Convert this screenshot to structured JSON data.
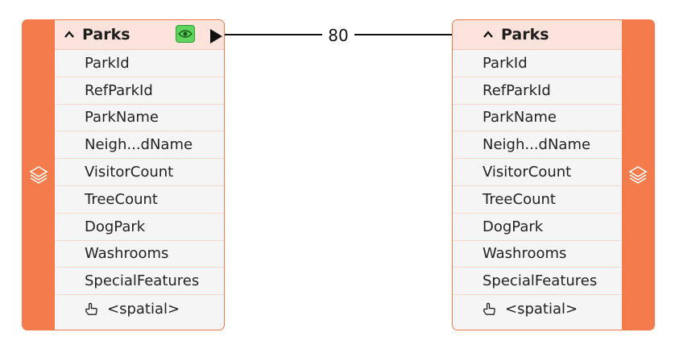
{
  "connection": {
    "label": "80"
  },
  "left_node": {
    "title": "Parks",
    "attributes": [
      "ParkId",
      "RefParkId",
      "ParkName",
      "Neigh...dName",
      "VisitorCount",
      "TreeCount",
      "DogPark",
      "Washrooms",
      "SpecialFeatures"
    ],
    "geometry_label": "<spatial>"
  },
  "right_node": {
    "title": "Parks",
    "attributes": [
      "ParkId",
      "RefParkId",
      "ParkName",
      "Neigh...dName",
      "VisitorCount",
      "TreeCount",
      "DogPark",
      "Washrooms",
      "SpecialFeatures"
    ],
    "geometry_label": "<spatial>"
  },
  "colors": {
    "node_accent": "#f47c4c",
    "header_bg": "#fde3dc",
    "row_bg": "#f5f5f5",
    "eye_button": "#5fd45f"
  },
  "icons": {
    "strip": "layers-icon",
    "collapse": "chevron-up-icon",
    "inspect": "eye-icon",
    "geometry": "pointing-hand-icon"
  }
}
